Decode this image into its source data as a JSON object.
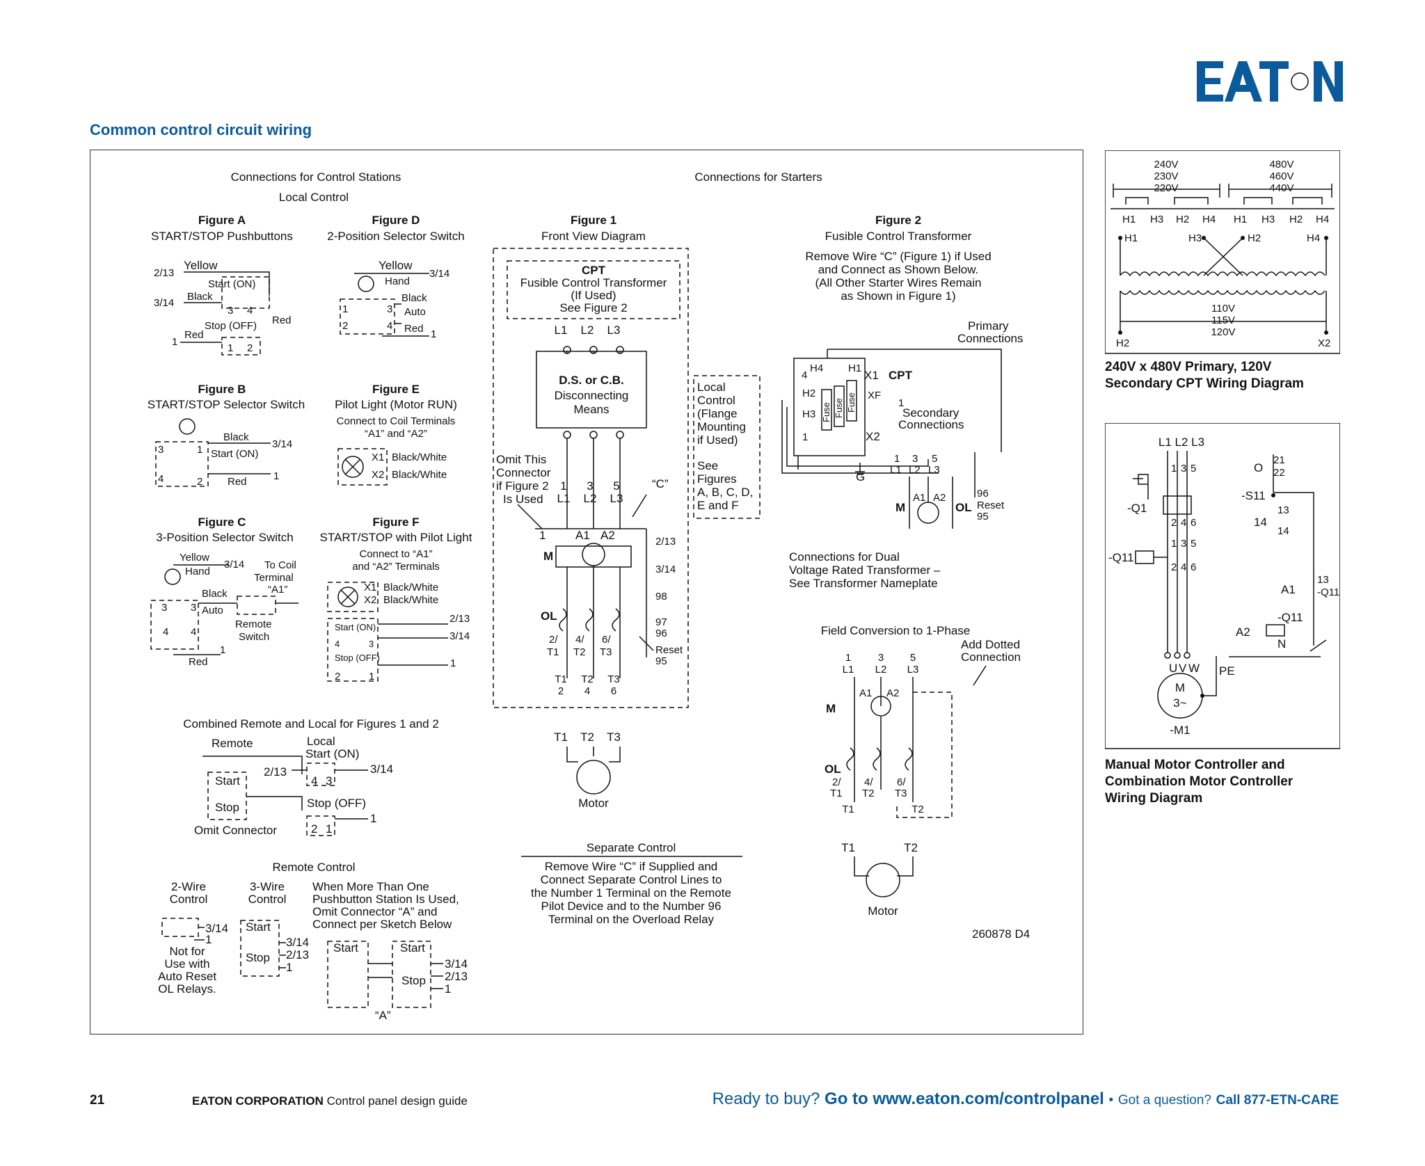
{
  "brand": {
    "logo_text": "EATON",
    "color": "#0a5a9c"
  },
  "section_title": "Common control circuit wiring",
  "headers": {
    "control_stations": "Connections for Control Stations",
    "local_control": "Local Control",
    "starters": "Connections for Starters"
  },
  "figures": {
    "a": {
      "title": "Figure A",
      "subtitle": "START/STOP Pushbuttons",
      "labels": [
        "Yellow",
        "2/13",
        "Start (ON)",
        "Black",
        "3/14",
        "3",
        "4",
        "Stop (OFF)",
        "Red",
        "Red",
        "1",
        "1",
        "2"
      ]
    },
    "d": {
      "title": "Figure D",
      "subtitle": "2-Position Selector Switch",
      "labels": [
        "Yellow",
        "3/14",
        "Hand",
        "Black",
        "1",
        "3",
        "Auto",
        "2",
        "4",
        "Red",
        "1"
      ]
    },
    "b": {
      "title": "Figure B",
      "subtitle": "START/STOP Selector Switch",
      "labels": [
        "Black",
        "3/14",
        "3",
        "1",
        "Start (ON)",
        "4",
        "2",
        "Red",
        "1"
      ]
    },
    "e": {
      "title": "Figure E",
      "subtitle": "Pilot Light (Motor RUN)",
      "note": "Connect to Coil Terminals “A1” and “A2”",
      "labels": [
        "X1",
        "Black/White",
        "X2",
        "Black/White"
      ]
    },
    "c": {
      "title": "Figure C",
      "subtitle": "3-Position Selector Switch",
      "labels": [
        "Yellow",
        "3/14",
        "To Coil",
        "Terminal",
        "“A1”",
        "Hand",
        "Black",
        "3",
        "3",
        "Auto",
        "Remote",
        "Switch",
        "4",
        "4",
        "1",
        "Red"
      ]
    },
    "f": {
      "title": "Figure F",
      "subtitle": "START/STOP with Pilot Light",
      "note": "Connect to “A1” and “A2” Terminals",
      "labels": [
        "X1",
        "Black/White",
        "X2",
        "Black/White",
        "2/13",
        "Start (ON)",
        "3/14",
        "4",
        "3",
        "Stop (OFF)",
        "2",
        "1",
        "1"
      ]
    },
    "fig1": {
      "title": "Figure 1",
      "subtitle": "Front View Diagram",
      "labels": [
        "CPT",
        "Fusible Control Transformer",
        "(If Used)",
        "See Figure 2",
        "L1",
        "L2",
        "L3",
        "D.S. or C.B.",
        "Disconnecting",
        "Means",
        "Omit This",
        "Connector",
        "if Figure 2",
        "Is Used",
        "1",
        "3",
        "5",
        "L1",
        "L2",
        "L3",
        "“C”",
        "1",
        "A1",
        "A2",
        "M",
        "2/13",
        "3/14",
        "98",
        "97",
        "96",
        "OL",
        "Reset",
        "95",
        "2/",
        "4/",
        "6/",
        "T1",
        "T2",
        "T3",
        "T1",
        "T2",
        "T3",
        "2",
        "4",
        "6",
        "Local",
        "Control",
        "(Flange",
        "Mounting",
        "if Used)",
        "See",
        "Figures",
        "A, B, C, D,",
        "E and F",
        "T1",
        "T2",
        "T3",
        "Motor"
      ]
    },
    "fig2": {
      "title": "Figure 2",
      "subtitle": "Fusible Control Transformer",
      "note": [
        "Remove Wire “C” (Figure 1) if Used",
        "and Connect as Shown Below.",
        "(All Other Starter Wires Remain",
        "as Shown in Figure 1)"
      ],
      "labels": [
        "Primary",
        "Connections",
        "H4",
        "H1",
        "X1",
        "CPT",
        "4",
        "H2",
        "H3",
        "XF",
        "1",
        "Secondary",
        "Connections",
        "1",
        "X2",
        "Fuse",
        "Fuse",
        "Fuse",
        "G",
        "1",
        "3",
        "5",
        "L1",
        "L2",
        "L3",
        "M",
        "A1",
        "A2",
        "OL",
        "96",
        "Reset",
        "95"
      ],
      "dual_voltage": [
        "Connections for Dual",
        "Voltage Rated Transformer –",
        "See Transformer Nameplate"
      ]
    }
  },
  "combined": {
    "title": "Combined Remote and Local for Figures 1 and 2",
    "labels": [
      "Remote",
      "Local",
      "Start (ON)",
      "2/13",
      "3/14",
      "Start",
      "4",
      "3",
      "Stop",
      "Stop (OFF)",
      "1",
      "Omit Connector",
      "2",
      "1"
    ]
  },
  "remote_control": {
    "title": "Remote Control",
    "two_wire": [
      "2-Wire",
      "Control"
    ],
    "three_wire": [
      "3-Wire",
      "Control"
    ],
    "note": [
      "When More Than One",
      "Pushbutton Station Is Used,",
      "Omit Connector “A” and",
      "Connect per Sketch Below"
    ],
    "not_for": [
      "Not for",
      "Use with",
      "Auto Reset",
      "OL Relays."
    ],
    "labels": [
      "3/14",
      "1",
      "Start",
      "3/14",
      "2/13",
      "Stop",
      "1",
      "Start",
      "Start",
      "3/14",
      "2/13",
      "Stop",
      "1",
      "“A”"
    ]
  },
  "separate_control": {
    "title": "Separate Control",
    "note": [
      "Remove Wire “C” if Supplied and",
      "Connect Separate Control Lines to",
      "the Number 1 Terminal on the Remote",
      "Pilot Device and to the Number 96",
      "Terminal on the Overload Relay"
    ]
  },
  "field_conversion": {
    "title": "Field Conversion to 1-Phase",
    "add_dotted": [
      "Add Dotted",
      "Connection"
    ],
    "labels": [
      "1",
      "3",
      "5",
      "L1",
      "L2",
      "L3",
      "A1",
      "A2",
      "M",
      "OL",
      "2/",
      "4/",
      "6/",
      "T1",
      "T2",
      "T3",
      "T1",
      "T2",
      "T1",
      "T2",
      "Motor"
    ]
  },
  "drawing_number": "260878 D4",
  "transformer_diagram": {
    "voltages_left": [
      "240V",
      "230V",
      "220V"
    ],
    "voltages_right": [
      "480V",
      "460V",
      "440V"
    ],
    "top_terminals": [
      "H1",
      "H3",
      "H2",
      "H4",
      "H1",
      "H3",
      "H2",
      "H4"
    ],
    "coil_terminals": [
      "H1",
      "H3",
      "H2",
      "H4"
    ],
    "secondary_voltages": [
      "110V",
      "115V",
      "120V"
    ],
    "bottom_terminals": [
      "H2",
      "X2"
    ],
    "caption": [
      "240V x 480V Primary, 120V",
      "Secondary CPT Wiring Diagram"
    ]
  },
  "mmc_diagram": {
    "labels": [
      "L1 L2 L3",
      "1",
      "3",
      "5",
      "-Q1",
      "2",
      "4",
      "6",
      "1",
      "3",
      "5",
      "-Q11",
      "2",
      "4",
      "6",
      "U",
      "V",
      "W",
      "PE",
      "M",
      "3~",
      "-M1",
      "O",
      "21",
      "22",
      "-S11",
      "13",
      "14",
      "14",
      "13",
      "-Q11",
      "A1",
      "-Q11",
      "A2",
      "N"
    ],
    "caption": [
      "Manual Motor Controller and",
      "Combination Motor Controller",
      "Wiring Diagram"
    ]
  },
  "footer": {
    "page": "21",
    "corp": "EATON CORPORATION",
    "guide": "Control panel design guide",
    "ready": "Ready to buy?",
    "goto": "Go to www.eaton.com/controlpanel",
    "sep": "•",
    "question": "Got a question?",
    "call": "Call 877-ETN-CARE"
  }
}
